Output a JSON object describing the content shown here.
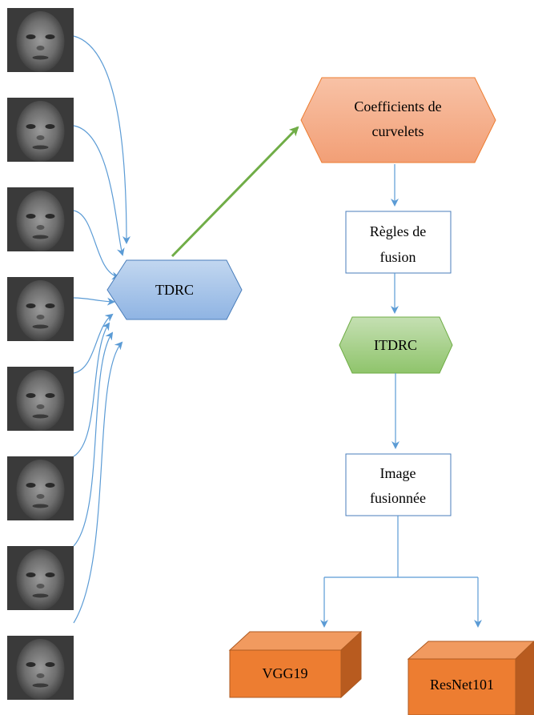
{
  "faces": [
    {
      "name": "face-image-1"
    },
    {
      "name": "face-image-2"
    },
    {
      "name": "face-image-3"
    },
    {
      "name": "face-image-4"
    },
    {
      "name": "face-image-5"
    },
    {
      "name": "face-image-6"
    },
    {
      "name": "face-image-7"
    },
    {
      "name": "face-image-8"
    }
  ],
  "nodes": {
    "tdrc": {
      "label": "TDRC",
      "fill": "#a9c6ea",
      "stroke": "#4a7ebb"
    },
    "curvelets": {
      "line1": "Coefficients de",
      "line2": "curvelets",
      "fill": "#f5b08f",
      "stroke": "#ed7d31"
    },
    "regles": {
      "line1": "Règles de",
      "line2": "fusion",
      "stroke": "#4a7ebb"
    },
    "itdrc": {
      "label": "ITDRC",
      "fill": "#a9d18e",
      "stroke": "#70ad47"
    },
    "image_fusionnee": {
      "line1": "Image",
      "line2": "fusionnée",
      "stroke": "#4a7ebb"
    },
    "vgg19": {
      "label": "VGG19",
      "fill": "#ed7d31",
      "stroke": "#ae5a21"
    },
    "resnet101": {
      "label": "ResNet101",
      "fill": "#ed7d31",
      "stroke": "#ae5a21"
    }
  },
  "colors": {
    "arrow_blue": "#5b9bd5",
    "arrow_green": "#70ad47",
    "face_dark": "#3a3a3a",
    "face_light": "#9a9a9a"
  }
}
